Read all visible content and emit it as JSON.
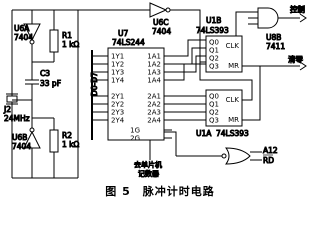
{
  "components": {
    "u6a": {
      "ref": "U6A",
      "part": "7404"
    },
    "u6b": {
      "ref": "U6B",
      "part": "7404"
    },
    "u6c": {
      "ref": "U6C",
      "part": "7404"
    },
    "r1": {
      "ref": "R1",
      "value": "1 kΩ"
    },
    "r2": {
      "ref": "R2",
      "value": "1 kΩ"
    },
    "c3": {
      "ref": "C3",
      "value": "33 pF"
    },
    "j2": {
      "ref": "J2",
      "value": "24MHz"
    },
    "u7": {
      "ref": "U7",
      "part": "74LS244"
    },
    "u1b": {
      "ref": "U1B",
      "part": "74LS393"
    },
    "u1a": {
      "ref": "U1A",
      "part": "74LS393"
    },
    "u8b": {
      "ref": "U8B",
      "part": "7411"
    }
  },
  "u7_pins": {
    "left": [
      "1Y1",
      "1Y2",
      "1Y3",
      "1Y4",
      "2Y1",
      "2Y2",
      "2Y3",
      "2Y4"
    ],
    "right": [
      "1A1",
      "1A2",
      "1A3",
      "1A4",
      "2A1",
      "2A2",
      "2A3",
      "2A4"
    ],
    "enable": [
      "1G",
      "2G"
    ]
  },
  "counter_pins": {
    "outputs": [
      "Q0",
      "Q1",
      "Q2",
      "Q3"
    ],
    "clk": "CLK",
    "mr": "MR"
  },
  "labels": {
    "data_bus": "D0-D7",
    "control": "控制",
    "clear": "清零",
    "a12": "A12",
    "rd": "RD",
    "mcu_counter_line1": "去单片机",
    "mcu_counter_line2": "记数器"
  },
  "caption": "图 5　脉冲计时电路"
}
